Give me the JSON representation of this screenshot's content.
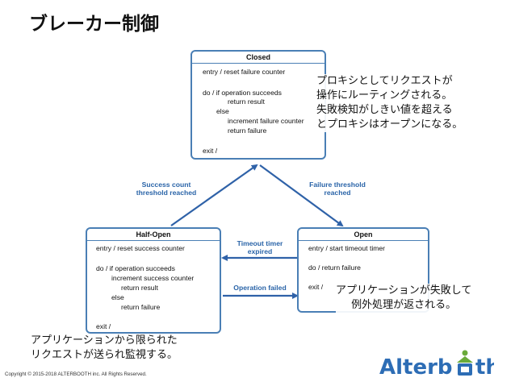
{
  "title": "ブレーカー制御",
  "states": {
    "closed": {
      "name": "Closed",
      "lines": [
        "entry / reset failure counter",
        "do / if operation succeeds",
        "return result",
        "else",
        "increment failure counter",
        "return failure",
        "exit /"
      ]
    },
    "half_open": {
      "name": "Half-Open",
      "lines": [
        "entry / reset success counter",
        "do / if operation succeeds",
        "increment success counter",
        "return result",
        "else",
        "return failure",
        "exit /"
      ]
    },
    "open": {
      "name": "Open",
      "lines": [
        "entry / start timeout timer",
        "do / return failure",
        "exit /"
      ]
    }
  },
  "edges": {
    "success": [
      "Success count",
      "threshold reached"
    ],
    "failure": [
      "Failure threshold",
      "reached"
    ],
    "timeout": [
      "Timeout timer",
      "expired"
    ],
    "op_failed": "Operation failed"
  },
  "notes": {
    "closed": [
      "プロキシとしてリクエストが",
      "操作にルーティングされる。",
      "失敗検知がしきい値を超える",
      "とプロキシはオープンになる。"
    ],
    "open": [
      "アプリケーションが失敗して",
      "例外処理が返される。"
    ],
    "half_open": [
      "アプリケーションから限られた",
      "リクエストが送られ監視する。"
    ]
  },
  "copyright": "Copyright © 2015-2018 ALTERBOOTH inc. All Rights Reserved.",
  "logo": {
    "text_left": "Alterb",
    "text_right": "th",
    "brand_color": "#2d6db5",
    "accent_color": "#6aaa3a"
  },
  "colors": {
    "state_border": "#4a7fb5",
    "edge_label": "#2a64a8",
    "arrow": "#2f62a8"
  }
}
